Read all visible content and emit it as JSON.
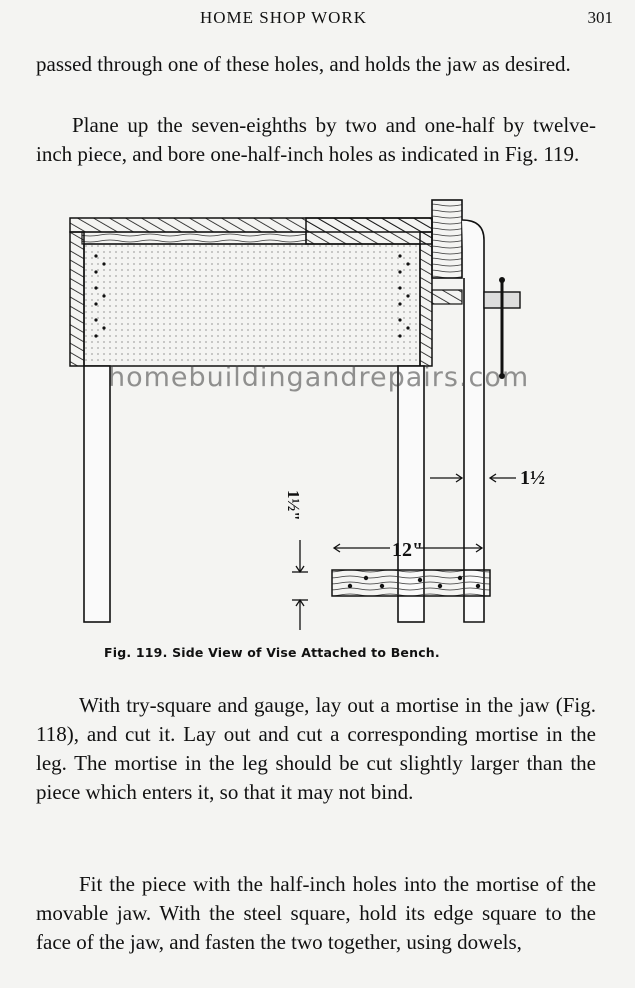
{
  "running_head": {
    "title": "HOME SHOP WORK",
    "page_number": "301"
  },
  "paragraphs": [
    "passed through one of these holes, and holds the jaw as desired.",
    "Plane up the seven-eighths by two and one-half by twelve-inch piece, and bore one-half-inch holes as indicated in Fig. 119.",
    "With try-square and gauge, lay out a mortise in the jaw (Fig. 118), and cut it. Lay out and cut a corresponding mortise in the leg. The mortise in the leg should be cut slightly larger than the piece which enters it, so that it may not bind.",
    "Fit the piece with the half-inch holes into the mortise of the movable jaw. With the steel square, hold its edge square to the face of the jaw, and fasten the two together, using dowels,"
  ],
  "figure": {
    "caption": "Fig. 119. Side View of Vise Attached to Bench.",
    "dimension_side": "1½",
    "dimension_bottom": "12\"",
    "dimension_rotated": "1½\"",
    "watermark": "homebuildingandrepairs.com"
  }
}
